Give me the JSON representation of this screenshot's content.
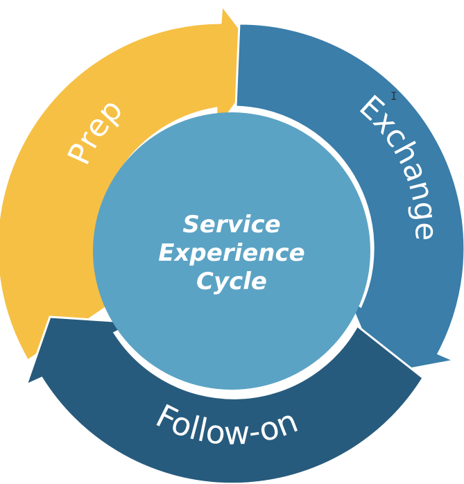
{
  "diagram": {
    "center": {
      "lines": [
        "Service",
        "Experience",
        "Cycle"
      ]
    },
    "stages": [
      {
        "id": "prep",
        "label": "Prep",
        "color": "#f6c044"
      },
      {
        "id": "exchange",
        "label": "Exchange",
        "color": "#3a7ea9"
      },
      {
        "id": "follow-on",
        "label": "Follow-on",
        "color": "#275b7d"
      }
    ],
    "center_color": "#5ba3c4",
    "cursor_icon": "text-cursor-icon"
  }
}
